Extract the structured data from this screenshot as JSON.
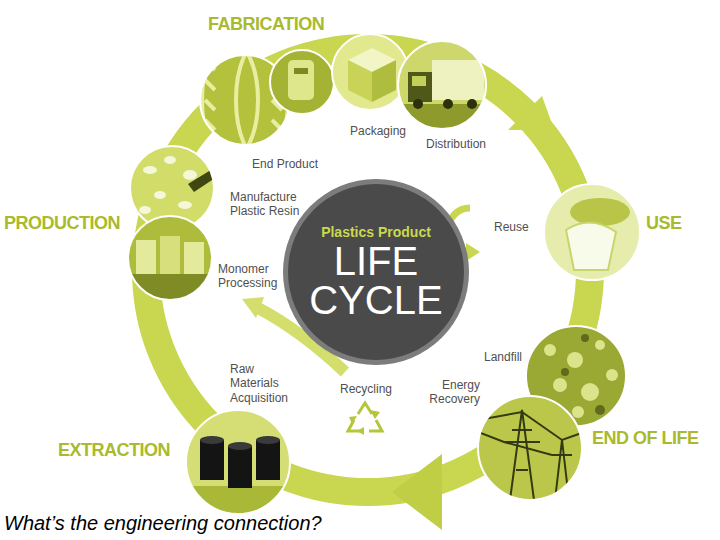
{
  "diagram": {
    "caption": "What’s the engineering connection?",
    "nodes": [
      {
        "text": [
          "Plastics Product",
          "LIFE CYCLE"
        ]
      }
    ],
    "labels": [
      "FABRICATION",
      "Packaging",
      "Distribution",
      "End Product",
      "Manufacture Plastic Resin",
      "PRODUCTION",
      "Monomer Processing",
      "Reuse",
      "USE",
      "Landfill",
      "Raw Materials Acquisition",
      "Recycling",
      "Energy Recovery",
      "END OF LIFE",
      "EXTRACTION"
    ]
  }
}
